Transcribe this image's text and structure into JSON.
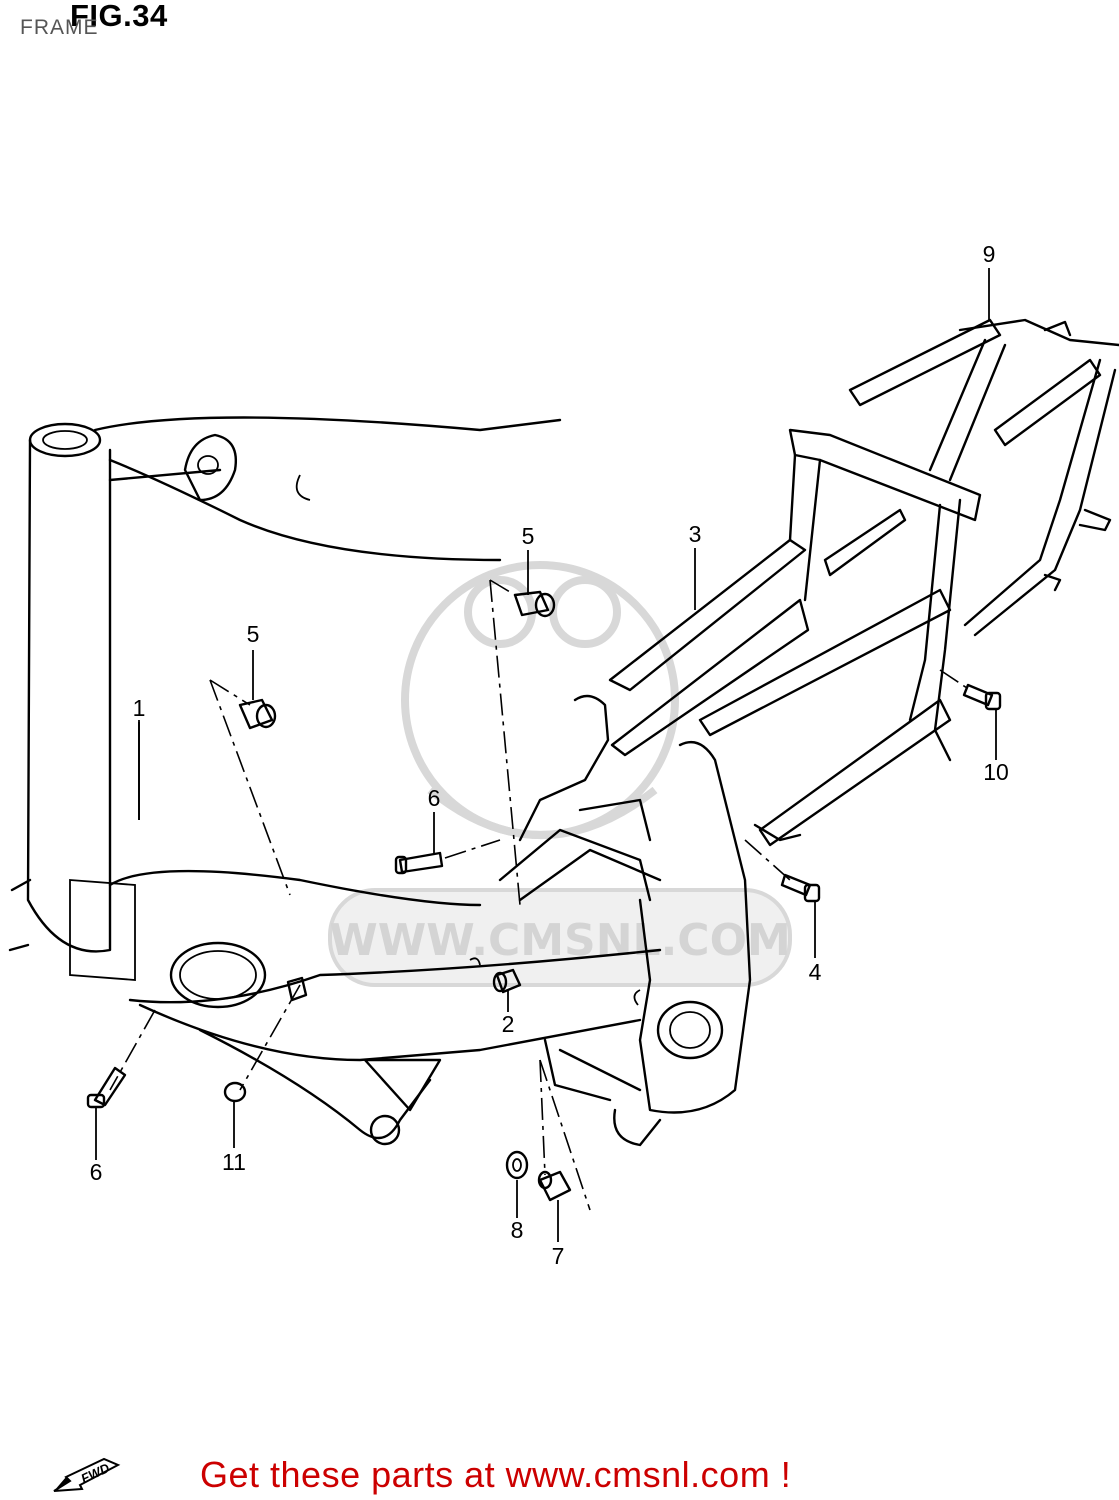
{
  "header": {
    "title": "FIG.34",
    "subtitle": "FRAME"
  },
  "watermark": {
    "text": "WWW.CMSNL.COM"
  },
  "callouts": [
    {
      "id": "c1",
      "label": "1"
    },
    {
      "id": "c2",
      "label": "2"
    },
    {
      "id": "c3",
      "label": "3"
    },
    {
      "id": "c4",
      "label": "4"
    },
    {
      "id": "c5a",
      "label": "5"
    },
    {
      "id": "c5b",
      "label": "5"
    },
    {
      "id": "c6a",
      "label": "6"
    },
    {
      "id": "c6b",
      "label": "6"
    },
    {
      "id": "c7",
      "label": "7"
    },
    {
      "id": "c8",
      "label": "8"
    },
    {
      "id": "c9",
      "label": "9"
    },
    {
      "id": "c10",
      "label": "10"
    },
    {
      "id": "c11",
      "label": "11"
    }
  ],
  "badge": {
    "text": "FWD",
    "icon": "fwd-arrow-icon"
  },
  "footer": {
    "link_text": "Get these parts at www.cmsnl.com !",
    "color": "#cc0000"
  }
}
